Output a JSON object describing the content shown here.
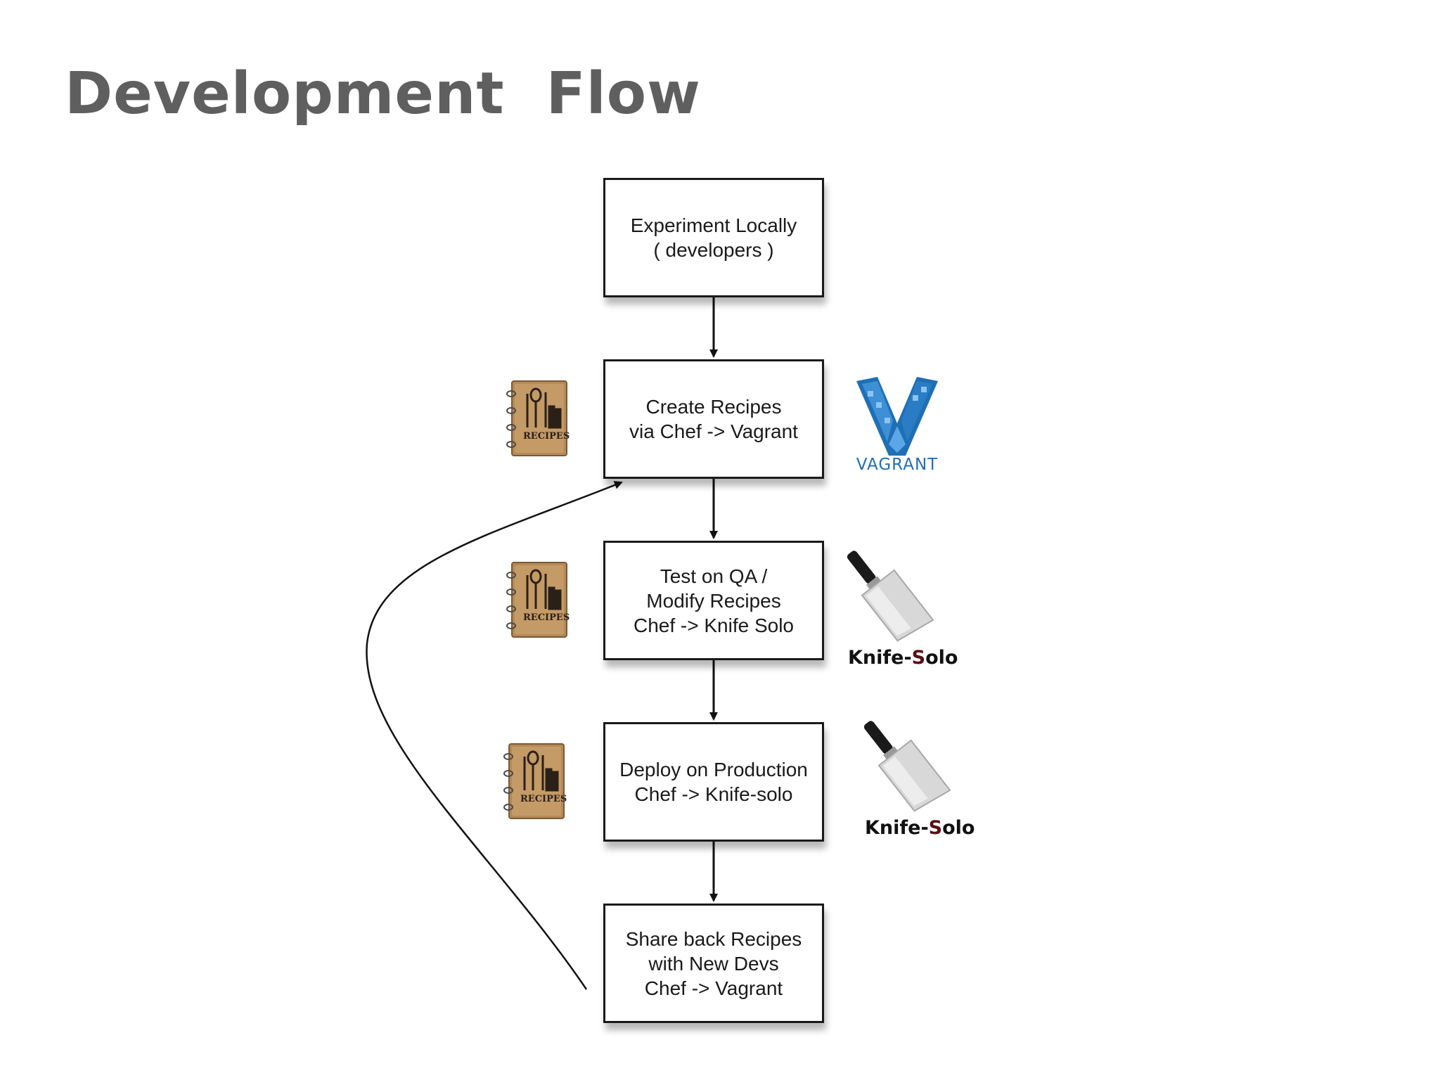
{
  "slide": {
    "title": "Development  Flow"
  },
  "flow": {
    "steps": [
      {
        "text": "Experiment Locally\n( developers )"
      },
      {
        "text": "Create Recipes\nvia Chef -> Vagrant"
      },
      {
        "text": "Test on QA /\nModify Recipes\nChef -> Knife Solo"
      },
      {
        "text": "Deploy on Production\nChef -> Knife-solo"
      },
      {
        "text": "Share back Recipes\nwith New Devs\nChef -> Vagrant"
      }
    ]
  },
  "logos": {
    "vagrant_text": "VAGRANT",
    "recipes_text": "RECIPES",
    "knife_solo_1": {
      "prefix": "Knife-",
      "accent": "S",
      "suffix": "olo"
    },
    "knife_solo_2": {
      "prefix": "Knife-",
      "accent": "S",
      "suffix": "olo"
    }
  },
  "colors": {
    "title": "#5f5f5f",
    "vagrant_blue": "#1f6fb5",
    "knife_accent": "#5a0f12"
  }
}
